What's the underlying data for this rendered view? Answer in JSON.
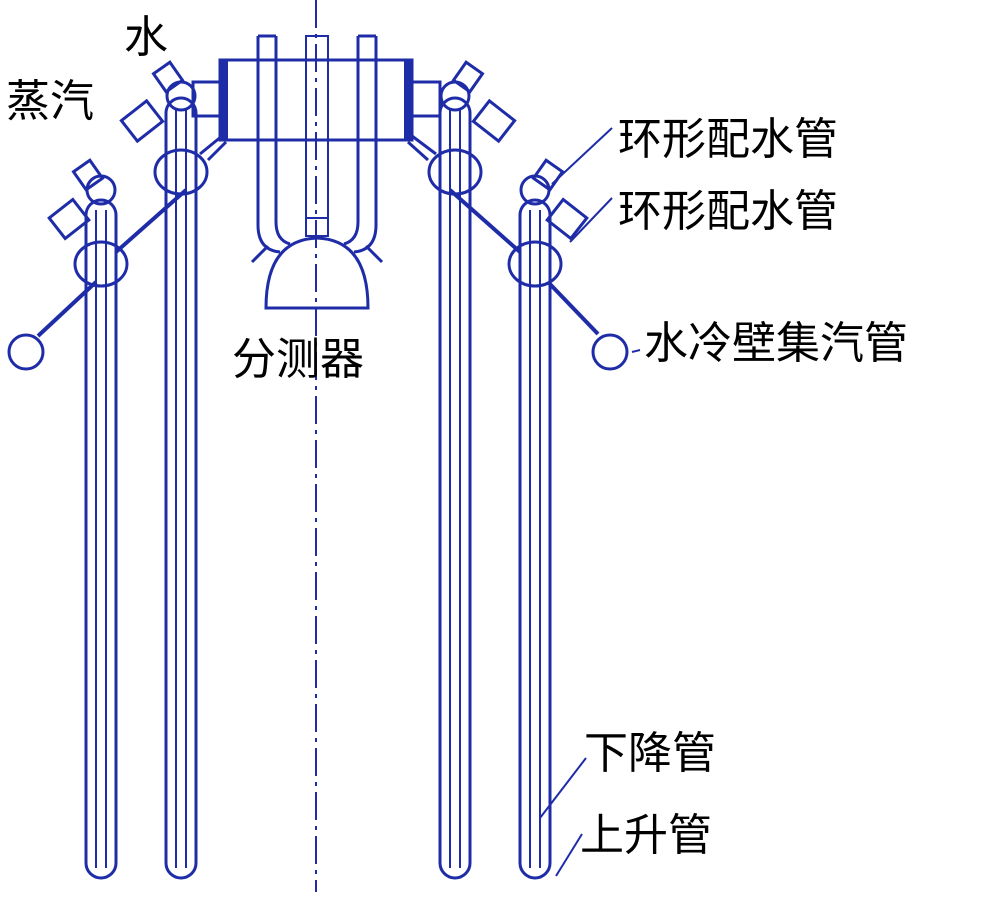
{
  "labels": {
    "water": "水",
    "steam": "蒸汽",
    "ring_pipe_1": "环形配水管",
    "ring_pipe_2": "环形配水管",
    "separator": "分测器",
    "wall_header": "水冷壁集汽管",
    "downcomer": "下降管",
    "riser": "上升管"
  },
  "colors": {
    "line": "#1f2ca8",
    "text": "#000000",
    "background": "#ffffff"
  }
}
